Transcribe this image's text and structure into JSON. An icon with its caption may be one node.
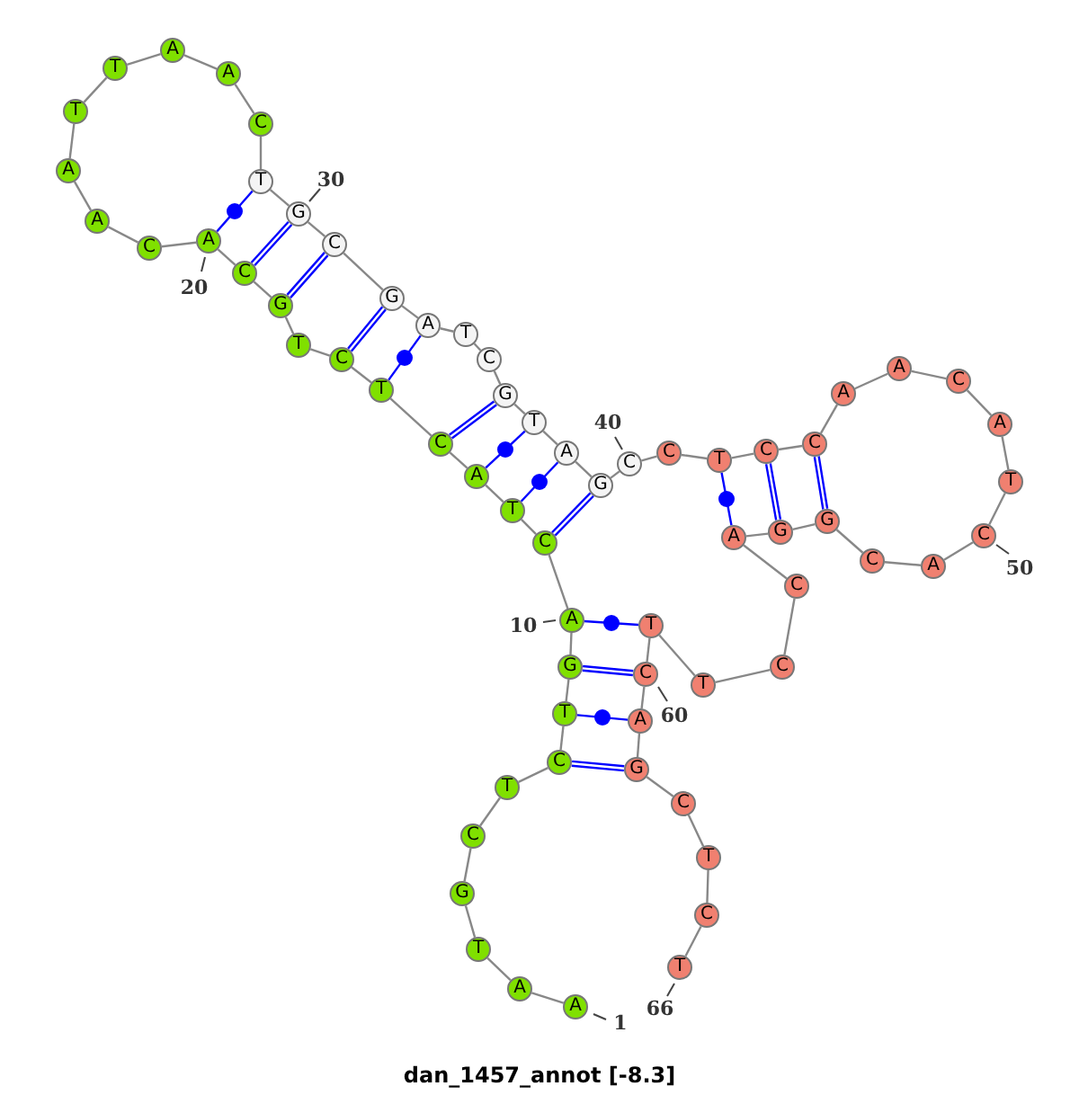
{
  "diagram": {
    "caption": "dan_1457_annot [-8.3]",
    "nodes": [
      {
        "text": [
          "A"
        ],
        "beside": [
          "1"
        ]
      },
      {
        "text": [
          "A"
        ]
      },
      {
        "text": [
          "T"
        ]
      },
      {
        "text": [
          "G"
        ]
      },
      {
        "text": [
          "C"
        ]
      },
      {
        "text": [
          "T"
        ]
      },
      {
        "text": [
          "C"
        ]
      },
      {
        "text": [
          "T"
        ]
      },
      {
        "text": [
          "G"
        ]
      },
      {
        "text": [
          "A"
        ],
        "beside": [
          "10"
        ]
      },
      {
        "text": [
          "C"
        ]
      },
      {
        "text": [
          "T"
        ]
      },
      {
        "text": [
          "A"
        ]
      },
      {
        "text": [
          "C"
        ]
      },
      {
        "text": [
          "T"
        ]
      },
      {
        "text": [
          "C"
        ]
      },
      {
        "text": [
          "T"
        ]
      },
      {
        "text": [
          "G"
        ]
      },
      {
        "text": [
          "C"
        ]
      },
      {
        "text": [
          "A"
        ],
        "beside": [
          "20"
        ]
      },
      {
        "text": [
          "C"
        ]
      },
      {
        "text": [
          "A"
        ]
      },
      {
        "text": [
          "A"
        ]
      },
      {
        "text": [
          "T"
        ]
      },
      {
        "text": [
          "T"
        ]
      },
      {
        "text": [
          "A"
        ]
      },
      {
        "text": [
          "A"
        ]
      },
      {
        "text": [
          "C"
        ]
      },
      {
        "text": [
          "T"
        ]
      },
      {
        "text": [
          "G"
        ],
        "beside": [
          "30"
        ]
      },
      {
        "text": [
          "C"
        ]
      },
      {
        "text": [
          "G"
        ]
      },
      {
        "text": [
          "A"
        ]
      },
      {
        "text": [
          "T"
        ]
      },
      {
        "text": [
          "C"
        ]
      },
      {
        "text": [
          "G"
        ]
      },
      {
        "text": [
          "T"
        ]
      },
      {
        "text": [
          "A"
        ]
      },
      {
        "text": [
          "G"
        ]
      },
      {
        "text": [
          "C"
        ],
        "beside": [
          "40"
        ]
      },
      {
        "text": [
          "C"
        ]
      },
      {
        "text": [
          "T"
        ]
      },
      {
        "text": [
          "C"
        ]
      },
      {
        "text": [
          "C"
        ]
      },
      {
        "text": [
          "A"
        ]
      },
      {
        "text": [
          "A"
        ]
      },
      {
        "text": [
          "C"
        ]
      },
      {
        "text": [
          "A"
        ]
      },
      {
        "text": [
          "T"
        ]
      },
      {
        "text": [
          "C"
        ],
        "beside": [
          "50"
        ]
      },
      {
        "text": [
          "A"
        ]
      },
      {
        "text": [
          "C"
        ]
      },
      {
        "text": [
          "G"
        ]
      },
      {
        "text": [
          "G"
        ]
      },
      {
        "text": [
          "A"
        ]
      },
      {
        "text": [
          "C"
        ]
      },
      {
        "text": [
          "C"
        ]
      },
      {
        "text": [
          "T"
        ]
      },
      {
        "text": [
          "T"
        ]
      },
      {
        "text": [
          "C"
        ],
        "beside": [
          "60"
        ]
      },
      {
        "text": [
          "A"
        ]
      },
      {
        "text": [
          "G"
        ]
      },
      {
        "text": [
          "C"
        ]
      },
      {
        "text": [
          "T"
        ]
      },
      {
        "text": [
          "C"
        ]
      },
      {
        "text": [
          "T"
        ],
        "beside": [
          "66"
        ]
      }
    ],
    "edges": [
      {
        "from": 0,
        "to": 1,
        "arrow": "none"
      },
      {
        "from": 1,
        "to": 2,
        "arrow": "none"
      },
      {
        "from": 2,
        "to": 3,
        "arrow": "none"
      },
      {
        "from": 3,
        "to": 4,
        "arrow": "none"
      },
      {
        "from": 4,
        "to": 5,
        "arrow": "none"
      },
      {
        "from": 5,
        "to": 6,
        "arrow": "none"
      },
      {
        "from": 6,
        "to": 7,
        "arrow": "none"
      },
      {
        "from": 7,
        "to": 8,
        "arrow": "none"
      },
      {
        "from": 8,
        "to": 9,
        "arrow": "none"
      },
      {
        "from": 9,
        "to": 10,
        "arrow": "none"
      },
      {
        "from": 10,
        "to": 11,
        "arrow": "none"
      },
      {
        "from": 11,
        "to": 12,
        "arrow": "none"
      },
      {
        "from": 12,
        "to": 13,
        "arrow": "none"
      },
      {
        "from": 13,
        "to": 14,
        "arrow": "none"
      },
      {
        "from": 14,
        "to": 15,
        "arrow": "none"
      },
      {
        "from": 15,
        "to": 16,
        "arrow": "none"
      },
      {
        "from": 16,
        "to": 17,
        "arrow": "none"
      },
      {
        "from": 17,
        "to": 18,
        "arrow": "none"
      },
      {
        "from": 18,
        "to": 19,
        "arrow": "none"
      },
      {
        "from": 19,
        "to": 20,
        "arrow": "none"
      },
      {
        "from": 20,
        "to": 21,
        "arrow": "none"
      },
      {
        "from": 21,
        "to": 22,
        "arrow": "none"
      },
      {
        "from": 22,
        "to": 23,
        "arrow": "none"
      },
      {
        "from": 23,
        "to": 24,
        "arrow": "none"
      },
      {
        "from": 24,
        "to": 25,
        "arrow": "none"
      },
      {
        "from": 25,
        "to": 26,
        "arrow": "none"
      },
      {
        "from": 26,
        "to": 27,
        "arrow": "none"
      },
      {
        "from": 27,
        "to": 28,
        "arrow": "none"
      },
      {
        "from": 28,
        "to": 29,
        "arrow": "none"
      },
      {
        "from": 29,
        "to": 30,
        "arrow": "none"
      },
      {
        "from": 30,
        "to": 31,
        "arrow": "none"
      },
      {
        "from": 31,
        "to": 32,
        "arrow": "none"
      },
      {
        "from": 32,
        "to": 33,
        "arrow": "none"
      },
      {
        "from": 33,
        "to": 34,
        "arrow": "none"
      },
      {
        "from": 34,
        "to": 35,
        "arrow": "none"
      },
      {
        "from": 35,
        "to": 36,
        "arrow": "none"
      },
      {
        "from": 36,
        "to": 37,
        "arrow": "none"
      },
      {
        "from": 37,
        "to": 38,
        "arrow": "none"
      },
      {
        "from": 38,
        "to": 39,
        "arrow": "none"
      },
      {
        "from": 39,
        "to": 40,
        "arrow": "none"
      },
      {
        "from": 40,
        "to": 41,
        "arrow": "none"
      },
      {
        "from": 41,
        "to": 42,
        "arrow": "none"
      },
      {
        "from": 42,
        "to": 43,
        "arrow": "none"
      },
      {
        "from": 43,
        "to": 44,
        "arrow": "none"
      },
      {
        "from": 44,
        "to": 45,
        "arrow": "none"
      },
      {
        "from": 45,
        "to": 46,
        "arrow": "none"
      },
      {
        "from": 46,
        "to": 47,
        "arrow": "none"
      },
      {
        "from": 47,
        "to": 48,
        "arrow": "none"
      },
      {
        "from": 48,
        "to": 49,
        "arrow": "none"
      },
      {
        "from": 49,
        "to": 50,
        "arrow": "none"
      },
      {
        "from": 50,
        "to": 51,
        "arrow": "none"
      },
      {
        "from": 51,
        "to": 52,
        "arrow": "none"
      },
      {
        "from": 52,
        "to": 53,
        "arrow": "none"
      },
      {
        "from": 53,
        "to": 54,
        "arrow": "none"
      },
      {
        "from": 54,
        "to": 55,
        "arrow": "none"
      },
      {
        "from": 55,
        "to": 56,
        "arrow": "none"
      },
      {
        "from": 56,
        "to": 57,
        "arrow": "none"
      },
      {
        "from": 57,
        "to": 58,
        "arrow": "none"
      },
      {
        "from": 58,
        "to": 59,
        "arrow": "none"
      },
      {
        "from": 59,
        "to": 60,
        "arrow": "none"
      },
      {
        "from": 60,
        "to": 61,
        "arrow": "none"
      },
      {
        "from": 61,
        "to": 62,
        "arrow": "none"
      },
      {
        "from": 62,
        "to": 63,
        "arrow": "none"
      },
      {
        "from": 63,
        "to": 64,
        "arrow": "none"
      },
      {
        "from": 64,
        "to": 65,
        "arrow": "none"
      },
      {
        "from": 9,
        "to": 58,
        "arrow": "none",
        "color": "#0000ff"
      },
      {
        "from": 8,
        "to": 59,
        "arrow": "none",
        "style": "thick",
        "color": "#0000ff"
      },
      {
        "from": 7,
        "to": 60,
        "arrow": "none",
        "color": "#0000ff"
      },
      {
        "from": 6,
        "to": 61,
        "arrow": "none",
        "style": "thick",
        "color": "#0000ff"
      },
      {
        "from": 10,
        "to": 38,
        "arrow": "none",
        "style": "thick",
        "color": "#0000ff"
      },
      {
        "from": 11,
        "to": 37,
        "arrow": "none",
        "color": "#0000ff"
      },
      {
        "from": 12,
        "to": 36,
        "arrow": "none",
        "color": "#0000ff"
      },
      {
        "from": 13,
        "to": 35,
        "arrow": "none",
        "style": "thick",
        "color": "#0000ff"
      },
      {
        "from": 14,
        "to": 32,
        "arrow": "none",
        "color": "#0000ff"
      },
      {
        "from": 15,
        "to": 31,
        "arrow": "none",
        "style": "thick",
        "color": "#0000ff"
      },
      {
        "from": 17,
        "to": 30,
        "arrow": "none",
        "style": "thick",
        "color": "#0000ff"
      },
      {
        "from": 18,
        "to": 29,
        "arrow": "none",
        "style": "thick",
        "color": "#0000ff"
      },
      {
        "from": 19,
        "to": 28,
        "arrow": "none",
        "color": "#0000ff"
      },
      {
        "from": 41,
        "to": 54,
        "arrow": "none",
        "color": "#0000ff"
      },
      {
        "from": 42,
        "to": 53,
        "arrow": "none",
        "style": "thick",
        "color": "#0000ff"
      },
      {
        "from": 43,
        "to": 52,
        "arrow": "none",
        "style": "thick",
        "color": "#0000ff"
      }
    ]
  }
}
